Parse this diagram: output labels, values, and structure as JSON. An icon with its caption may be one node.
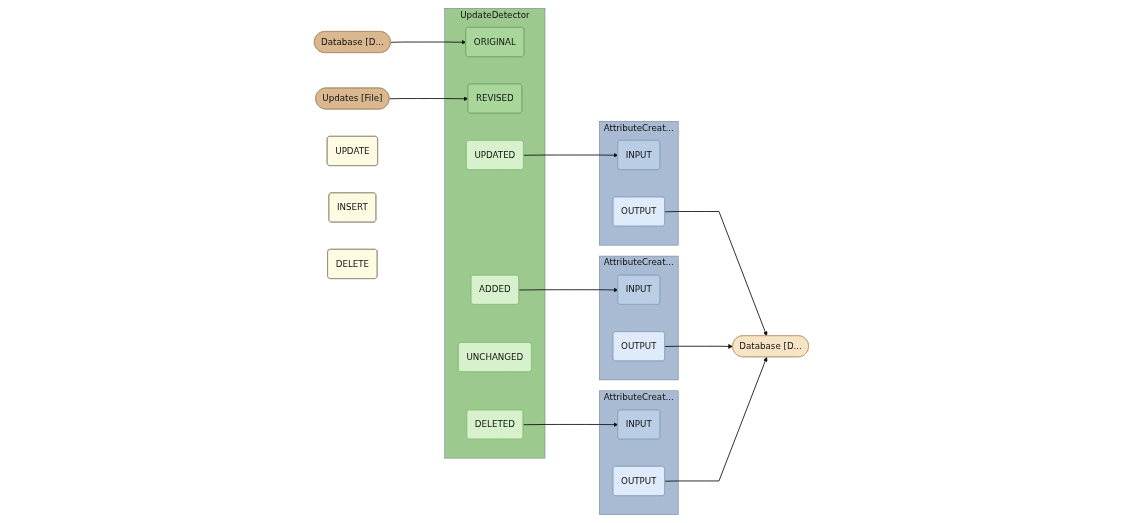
{
  "diagram": {
    "nodes": [
      {
        "text": [
          "Database [D..."
        ]
      },
      {
        "text": [
          "Updates [File]"
        ]
      },
      {
        "text": [
          "UpdateDetector"
        ]
      },
      {
        "text": [
          "ORIGINAL"
        ],
        "in": 2
      },
      {
        "text": [
          "REVISED"
        ],
        "in": 2
      },
      {
        "text": [
          "UPDATED"
        ],
        "in": 2
      },
      {
        "text": [
          "ADDED"
        ],
        "in": 2
      },
      {
        "text": [
          "UNCHANGED"
        ],
        "in": 2
      },
      {
        "text": [
          "DELETED"
        ],
        "in": 2
      },
      {
        "text": [
          "UPDATE"
        ]
      },
      {
        "text": [
          "AttributeCreat..."
        ]
      },
      {
        "text": [
          "INPUT"
        ],
        "in": 10
      },
      {
        "text": [
          "OUTPUT"
        ],
        "in": 10
      },
      {
        "text": [
          "INSERT"
        ]
      },
      {
        "text": [
          "AttributeCreat..."
        ]
      },
      {
        "text": [
          "INPUT"
        ],
        "in": 14
      },
      {
        "text": [
          "OUTPUT"
        ],
        "in": 14
      },
      {
        "text": [
          "DELETE"
        ]
      },
      {
        "text": [
          "AttributeCreat..."
        ]
      },
      {
        "text": [
          "INPUT"
        ],
        "in": 18
      },
      {
        "text": [
          "OUTPUT"
        ],
        "in": 18
      },
      {
        "text": [
          "Database [D..."
        ]
      }
    ],
    "edges": [
      {
        "from": 0,
        "to": 3,
        "arrow": "to"
      },
      {
        "from": 1,
        "to": 4,
        "arrow": "to"
      },
      {
        "from": 5,
        "to": 11,
        "arrow": "to"
      },
      {
        "from": 6,
        "to": 15,
        "arrow": "to"
      },
      {
        "from": 8,
        "to": 19,
        "arrow": "to"
      },
      {
        "from": 12,
        "to": 21,
        "arrow": "to"
      },
      {
        "from": 16,
        "to": 21,
        "arrow": "to"
      },
      {
        "from": 20,
        "to": 21,
        "arrow": "to"
      }
    ]
  }
}
